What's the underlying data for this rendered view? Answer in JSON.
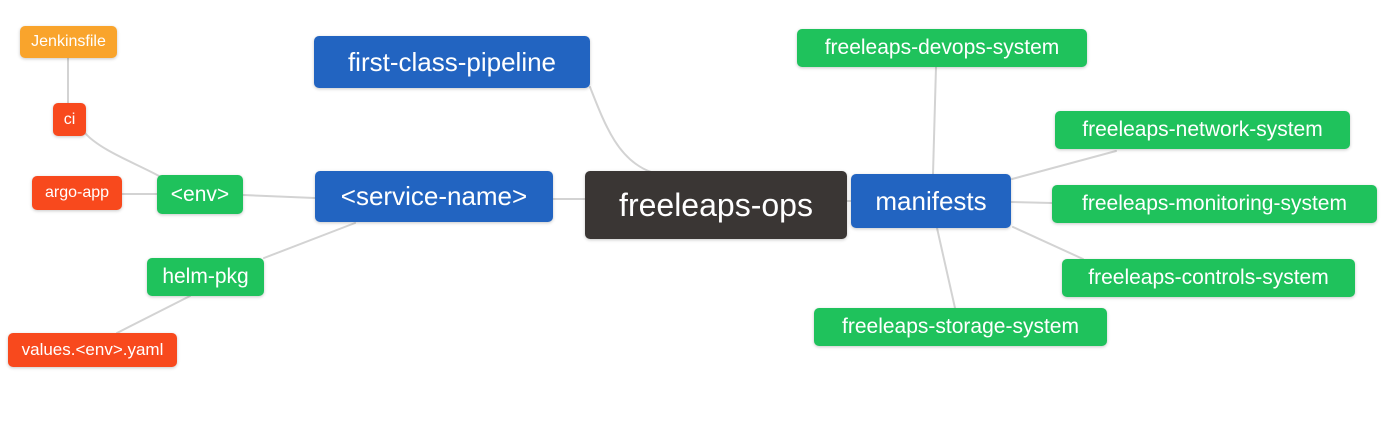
{
  "diagram": {
    "title": "freeleaps-ops repository mindmap",
    "background_color": "#ffffff",
    "edge_color": "#d3d3d3",
    "colors": {
      "root_dark": "#3a3634",
      "branch_blue": "#2264c1",
      "leaf_green": "#1fc25c",
      "leaf_red": "#f8491d",
      "leaf_orange": "#f9a42c"
    },
    "nodes": [
      {
        "id": "jenkinsfile",
        "label": "Jenkinsfile",
        "color": "leaf_orange"
      },
      {
        "id": "ci",
        "label": "ci",
        "color": "leaf_red"
      },
      {
        "id": "argo-app",
        "label": "argo-app",
        "color": "leaf_red"
      },
      {
        "id": "env",
        "label": "<env>",
        "color": "leaf_green"
      },
      {
        "id": "helm-pkg",
        "label": "helm-pkg",
        "color": "leaf_green"
      },
      {
        "id": "values-env-yaml",
        "label": "values.<env>.yaml",
        "color": "leaf_red"
      },
      {
        "id": "first-class-pipeline",
        "label": "first-class-pipeline",
        "color": "branch_blue"
      },
      {
        "id": "service-name",
        "label": "<service-name>",
        "color": "branch_blue"
      },
      {
        "id": "freeleaps-ops",
        "label": "freeleaps-ops",
        "color": "root_dark"
      },
      {
        "id": "manifests",
        "label": "manifests",
        "color": "branch_blue"
      },
      {
        "id": "freeleaps-devops-system",
        "label": "freeleaps-devops-system",
        "color": "leaf_green"
      },
      {
        "id": "freeleaps-network-system",
        "label": "freeleaps-network-system",
        "color": "leaf_green"
      },
      {
        "id": "freeleaps-monitoring-system",
        "label": "freeleaps-monitoring-system",
        "color": "leaf_green"
      },
      {
        "id": "freeleaps-controls-system",
        "label": "freeleaps-controls-system",
        "color": "leaf_green"
      },
      {
        "id": "freeleaps-storage-system",
        "label": "freeleaps-storage-system",
        "color": "leaf_green"
      }
    ],
    "edges": [
      [
        "jenkinsfile",
        "ci"
      ],
      [
        "ci",
        "env"
      ],
      [
        "argo-app",
        "env"
      ],
      [
        "env",
        "service-name"
      ],
      [
        "helm-pkg",
        "service-name"
      ],
      [
        "values-env-yaml",
        "helm-pkg"
      ],
      [
        "service-name",
        "freeleaps-ops"
      ],
      [
        "first-class-pipeline",
        "freeleaps-ops"
      ],
      [
        "freeleaps-ops",
        "manifests"
      ],
      [
        "manifests",
        "freeleaps-devops-system"
      ],
      [
        "manifests",
        "freeleaps-network-system"
      ],
      [
        "manifests",
        "freeleaps-monitoring-system"
      ],
      [
        "manifests",
        "freeleaps-controls-system"
      ],
      [
        "manifests",
        "freeleaps-storage-system"
      ]
    ]
  }
}
